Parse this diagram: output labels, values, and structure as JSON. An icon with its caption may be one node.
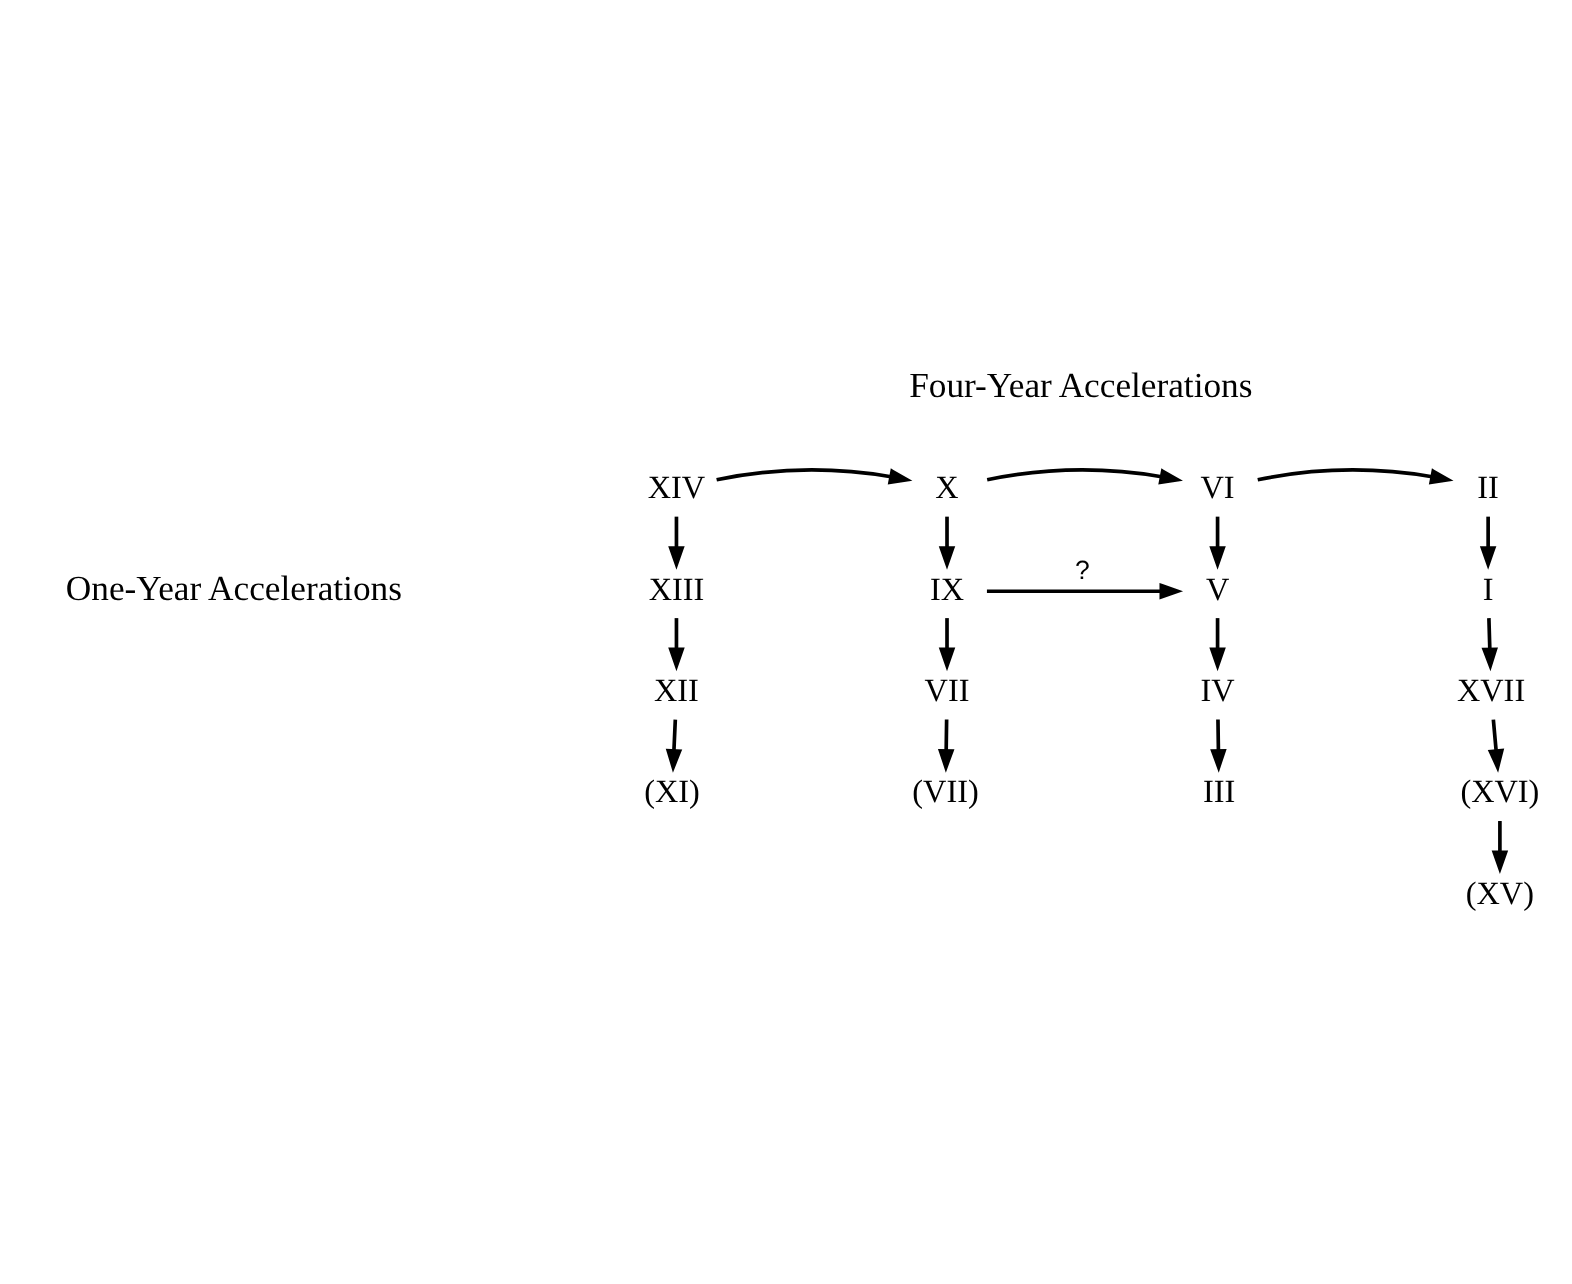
{
  "diagram": {
    "nodes": [
      {
        "text": [
          "XIV"
        ]
      },
      {
        "text": [
          "X"
        ]
      },
      {
        "text": [
          "VI"
        ]
      },
      {
        "text": [
          "II"
        ]
      },
      {
        "text": [
          "XIII"
        ]
      },
      {
        "text": [
          "IX"
        ]
      },
      {
        "text": [
          "V"
        ]
      },
      {
        "text": [
          "I"
        ]
      },
      {
        "text": [
          "XII"
        ]
      },
      {
        "text": [
          "VII"
        ]
      },
      {
        "text": [
          "IV"
        ]
      },
      {
        "text": [
          "XVII"
        ]
      },
      {
        "text": [
          "(XI)"
        ]
      },
      {
        "text": [
          "(VII)"
        ]
      },
      {
        "text": [
          "III"
        ]
      },
      {
        "text": [
          "(XVI)"
        ]
      },
      {
        "text": [
          "(XV)"
        ]
      }
    ],
    "edges": [
      {
        "from": 0,
        "to": 1,
        "arrow": "to"
      },
      {
        "from": 1,
        "to": 2,
        "arrow": "to"
      },
      {
        "from": 2,
        "to": 3,
        "arrow": "to"
      },
      {
        "from": 0,
        "to": 4,
        "arrow": "to"
      },
      {
        "from": 1,
        "to": 5,
        "arrow": "to"
      },
      {
        "from": 2,
        "to": 6,
        "arrow": "to"
      },
      {
        "from": 3,
        "to": 7,
        "arrow": "to"
      },
      {
        "from": 5,
        "to": 6,
        "arrow": "to",
        "label": "?"
      },
      {
        "from": 4,
        "to": 8,
        "arrow": "to"
      },
      {
        "from": 5,
        "to": 9,
        "arrow": "to"
      },
      {
        "from": 6,
        "to": 10,
        "arrow": "to"
      },
      {
        "from": 7,
        "to": 11,
        "arrow": "to"
      },
      {
        "from": 8,
        "to": 12,
        "arrow": "to"
      },
      {
        "from": 9,
        "to": 13,
        "arrow": "to"
      },
      {
        "from": 10,
        "to": 14,
        "arrow": "to"
      },
      {
        "from": 11,
        "to": 15,
        "arrow": "to"
      },
      {
        "from": 15,
        "to": 16,
        "arrow": "to"
      }
    ],
    "labels": [
      "Four-Year Accelerations",
      "One-Year Accelerations"
    ]
  }
}
